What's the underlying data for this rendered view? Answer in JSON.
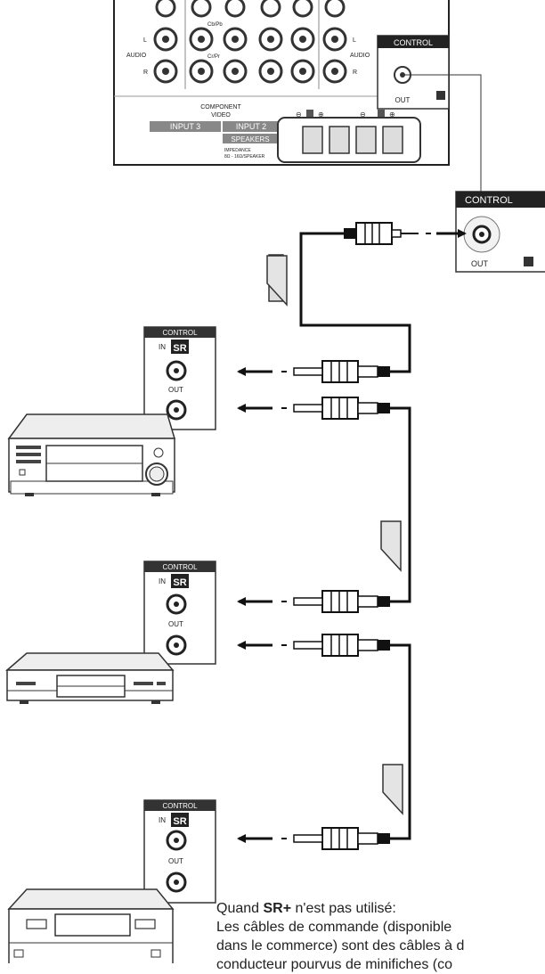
{
  "rear_panel": {
    "audio_label": "AUDIO",
    "l_label": "L",
    "r_label": "R",
    "cb_pb": "Cb/Pb",
    "cr_pr": "Cr/Pr",
    "component_video": "COMPONENT",
    "component_video_2": "VIDEO",
    "input3": "INPUT 3",
    "input2": "INPUT 2",
    "speakers": "SPEAKERS",
    "impedance": "IMPEDANCE",
    "impedance_2": "8Ω - 16Ω/SPEAKER",
    "control": "CONTROL",
    "out": "OUT"
  },
  "control_zoom": {
    "control": "CONTROL",
    "out": "OUT"
  },
  "devices": [
    {
      "control": "CONTROL",
      "in": "IN",
      "out": "OUT",
      "sr": "SR"
    },
    {
      "control": "CONTROL",
      "in": "IN",
      "out": "OUT",
      "sr": "SR"
    },
    {
      "control": "CONTROL",
      "in": "IN",
      "out": "OUT",
      "sr": "SR"
    }
  ],
  "caption": {
    "line1_pre": "Quand ",
    "line1_bold": "SR+",
    "line1_post": " n'est pas utilisé:",
    "line2": "Les câbles de commande (disponible",
    "line3": "dans le commerce) sont des câbles à d",
    "line4": "conducteur pourvus de minifiches (co"
  }
}
